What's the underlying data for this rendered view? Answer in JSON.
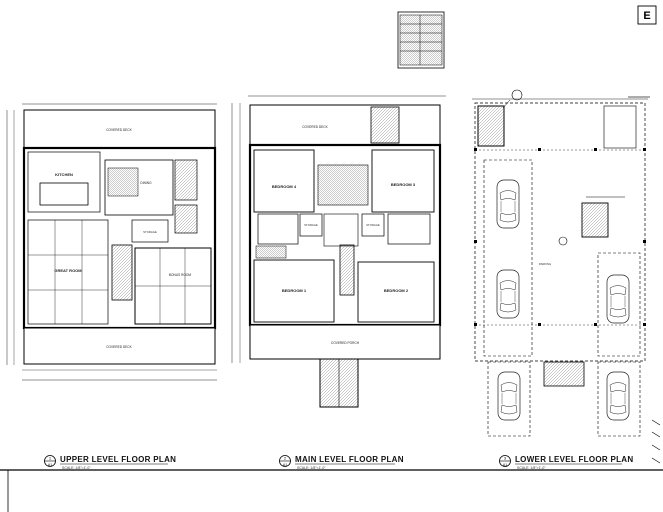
{
  "plans": {
    "upper": {
      "title": "UPPER LEVEL FLOOR PLAN",
      "number": "1",
      "sheet": "A1",
      "scale": "SCALE: 1/8\"=1'-0\"",
      "rooms": {
        "deck_top": "COVERED DECK",
        "kitchen": "KITCHEN",
        "dining": "DINING",
        "storage": "STORAGE",
        "great_room": "GREAT ROOM",
        "bonus": "BONUS ROOM",
        "deck_bottom": "COVERED DECK"
      }
    },
    "main": {
      "title": "MAIN LEVEL FLOOR PLAN",
      "number": "2",
      "sheet": "A1",
      "scale": "SCALE: 1/8\"=1'-0\"",
      "rooms": {
        "deck_top": "COVERED DECK",
        "bed4": "BEDROOM 4",
        "bed3": "BEDROOM 3",
        "storage_a": "STORAGE",
        "storage_b": "STORAGE",
        "bed1": "BEDROOM 1",
        "bed2": "BEDROOM 2",
        "deck_bottom": "COVERED PORCH"
      }
    },
    "lower": {
      "title": "LOWER LEVEL FLOOR PLAN",
      "number": "3",
      "sheet": "A1",
      "scale": "SCALE: 1/8\"=1'-0\"",
      "rooms": {
        "parking": "PARKING"
      }
    }
  },
  "corner_mark": "E"
}
